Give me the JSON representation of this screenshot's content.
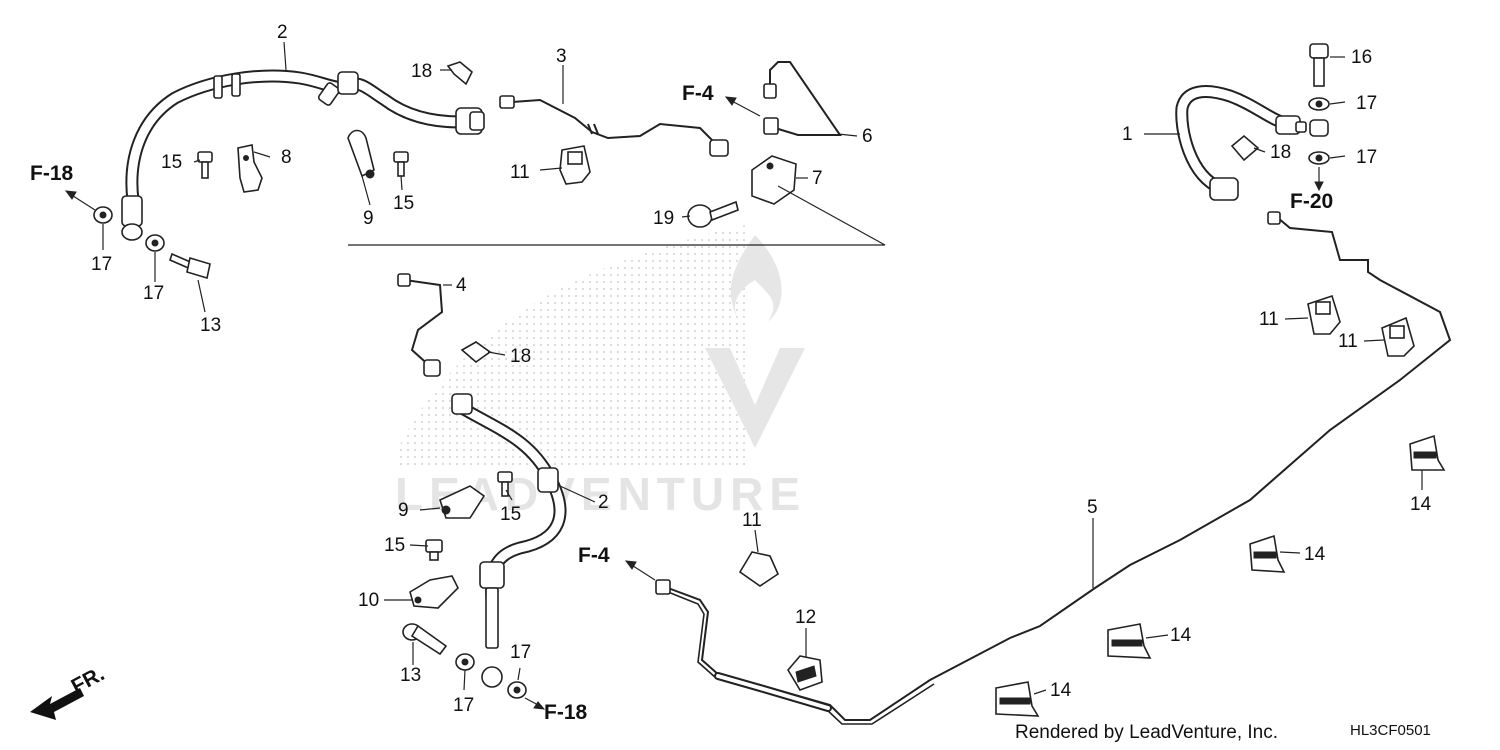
{
  "watermark": "LEADVENTURE",
  "footer": {
    "rendered_by": "Rendered by LeadVenture, Inc.",
    "diagram_code": "HL3CF0501"
  },
  "direction_label": "FR.",
  "refs": {
    "f18_left": "F-18",
    "f4_top": "F-4",
    "f20": "F-20",
    "f4_bottom": "F-4",
    "f18_bottom": "F-18"
  },
  "callouts": {
    "c1": "1",
    "c2a": "2",
    "c2b": "2",
    "c3": "3",
    "c4": "4",
    "c5": "5",
    "c6": "6",
    "c7": "7",
    "c8": "8",
    "c9a": "9",
    "c9b": "9",
    "c10": "10",
    "c11a": "11",
    "c11b": "11",
    "c11c": "11",
    "c11d": "11",
    "c12": "12",
    "c13a": "13",
    "c13b": "13",
    "c14a": "14",
    "c14b": "14",
    "c14c": "14",
    "c14d": "14",
    "c15a": "15",
    "c15b": "15",
    "c15c": "15",
    "c15d": "15",
    "c16": "16",
    "c17a": "17",
    "c17b": "17",
    "c17c": "17",
    "c17d": "17",
    "c17e": "17",
    "c17f": "17",
    "c18a": "18",
    "c18b": "18",
    "c18c": "18",
    "c19": "19"
  }
}
